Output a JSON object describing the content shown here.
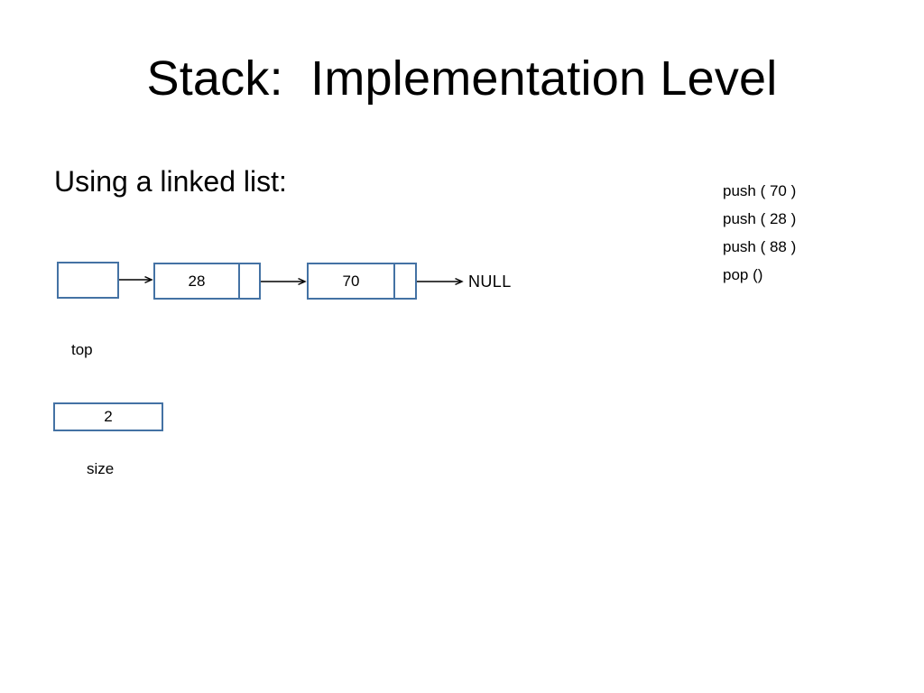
{
  "slide": {
    "title": "Stack:  Implementation Level",
    "subtitle": "Using a linked list:",
    "background_color": "#ffffff",
    "text_color": "#000000",
    "shape_border_color": "#4472a4"
  },
  "operations": {
    "lines": [
      "push ( 70 )",
      "push ( 28 )",
      "push ( 88 )",
      "pop ()"
    ]
  },
  "diagram": {
    "type": "linked-list",
    "top_pointer": {
      "label": "top",
      "value": ""
    },
    "nodes": [
      {
        "data": "28",
        "link": ""
      },
      {
        "data": "70",
        "link": ""
      }
    ],
    "terminator": "NULL",
    "size_field": {
      "label": "size",
      "value": "2"
    }
  }
}
